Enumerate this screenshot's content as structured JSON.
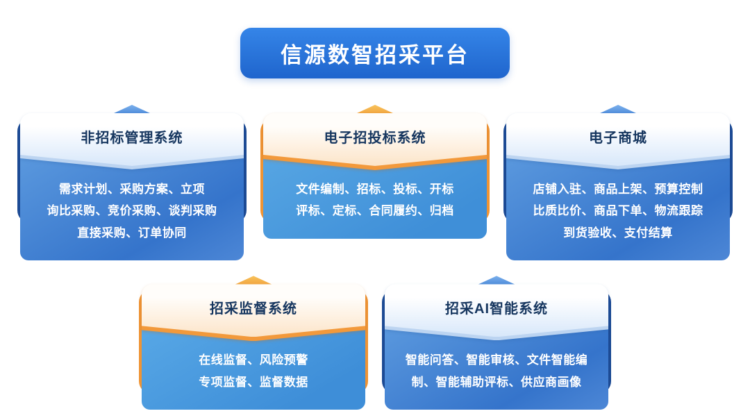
{
  "banner": {
    "title": "信源数智招采平台"
  },
  "cards": [
    {
      "id": "non-bidding-management",
      "title": "非招标管理系统",
      "body": "需求计划、采购方案、立项\n询比采购、竞价采购、谈判采购\n直接采购、订单协同",
      "theme": "blue"
    },
    {
      "id": "e-bidding",
      "title": "电子招投标系统",
      "body": "文件编制、招标、投标、开标\n评标、定标、合同履约、归档",
      "theme": "orange"
    },
    {
      "id": "e-mall",
      "title": "电子商城",
      "body": "店铺入驻、商品上架、预算控制\n比质比价、商品下单、物流跟踪\n到货验收、支付结算",
      "theme": "blue"
    },
    {
      "id": "supervision",
      "title": "招采监督系统",
      "body": "在线监督、风险预警\n专项监督、监督数据",
      "theme": "orange"
    },
    {
      "id": "ai-intelligent",
      "title": "招采AI智能系统",
      "body": "智能问答、智能审核、文件智能编\n制、智能辅助评标、供应商画像",
      "theme": "blue"
    }
  ],
  "colors": {
    "banner_blue": "#2b7ada",
    "card_blue_body": "#3574cb",
    "card_blue_back": "#1c4a94",
    "orange_accent": "#f2993b",
    "peak_gold": "#f0a33d",
    "title_navy": "#16365f"
  }
}
